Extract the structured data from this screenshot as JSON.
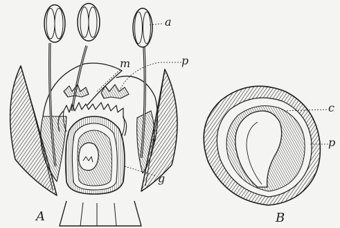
{
  "figure": {
    "background": "#f4f4f2",
    "ink": "#1c1c1c",
    "labels": {
      "a": "a",
      "m": "m",
      "p_flower": "p",
      "g": "g",
      "A": "A",
      "c": "c",
      "p_seed": "p",
      "B": "B"
    }
  }
}
